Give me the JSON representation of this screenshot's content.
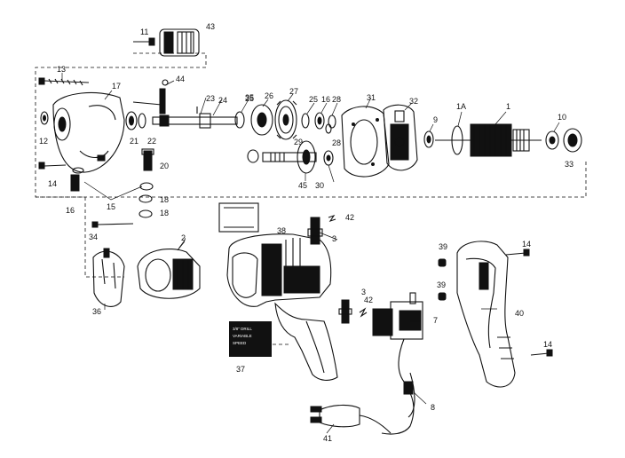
{
  "diagram": {
    "part_labels": [
      "1",
      "1A",
      "2",
      "3",
      "3",
      "7",
      "8",
      "9",
      "10",
      "11",
      "12",
      "13",
      "14",
      "14",
      "14",
      "15",
      "16",
      "16",
      "17",
      "18",
      "18",
      "20",
      "21",
      "22",
      "23",
      "24",
      "25",
      "25",
      "26",
      "27",
      "28",
      "28",
      "29",
      "30",
      "31",
      "32",
      "33",
      "34",
      "35",
      "36",
      "37",
      "38",
      "39",
      "39",
      "40",
      "41",
      "42",
      "42",
      "43",
      "44",
      "45"
    ],
    "nameplate": {
      "line1": "3/8\" DRILL",
      "line2": "VARIABLE",
      "line3": "SPEED"
    },
    "colors": {
      "ink": "#111111",
      "paper": "#ffffff"
    }
  }
}
